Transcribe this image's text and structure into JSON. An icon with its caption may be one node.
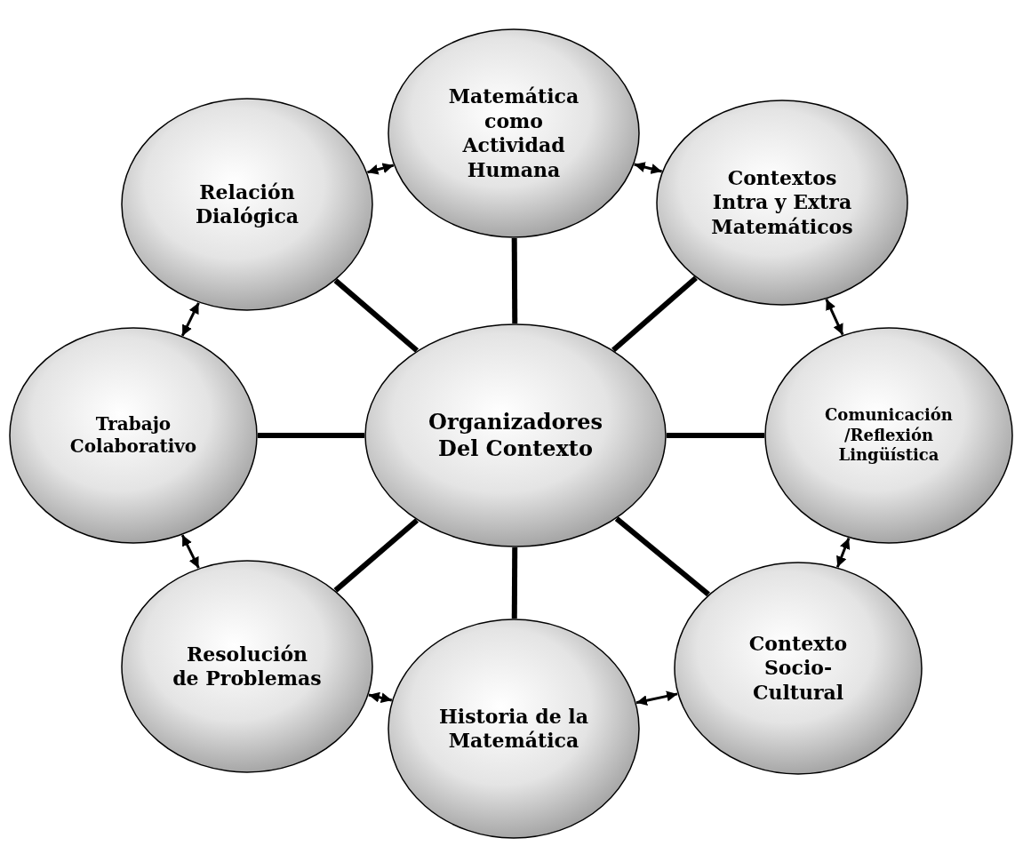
{
  "diagram": {
    "nodes": [
      {
        "text": [
          "Organizadores Del Contexto"
        ]
      },
      {
        "text": [
          "Matemática como Actividad Humana"
        ]
      },
      {
        "text": [
          "Contextos Intra y Extra Matemáticos"
        ]
      },
      {
        "text": [
          "Comunicación /Reflexión Lingüística"
        ]
      },
      {
        "text": [
          "Contexto Socio-Cultural"
        ]
      },
      {
        "text": [
          "Historia de la Matemática"
        ]
      },
      {
        "text": [
          "Resolución de Problemas"
        ]
      },
      {
        "text": [
          "Trabajo Colaborativo"
        ]
      },
      {
        "text": [
          "Relación Dialógica"
        ]
      }
    ],
    "edges": [
      {
        "from": 0,
        "to": 1,
        "arrow": "none",
        "style": "thick"
      },
      {
        "from": 0,
        "to": 2,
        "arrow": "none",
        "style": "thick"
      },
      {
        "from": 0,
        "to": 3,
        "arrow": "none",
        "style": "thick"
      },
      {
        "from": 0,
        "to": 4,
        "arrow": "none",
        "style": "thick"
      },
      {
        "from": 0,
        "to": 5,
        "arrow": "none",
        "style": "thick"
      },
      {
        "from": 0,
        "to": 6,
        "arrow": "none",
        "style": "thick"
      },
      {
        "from": 0,
        "to": 7,
        "arrow": "none",
        "style": "thick"
      },
      {
        "from": 0,
        "to": 8,
        "arrow": "none",
        "style": "thick"
      },
      {
        "from": 8,
        "to": 1,
        "arrow": "both"
      },
      {
        "from": 1,
        "to": 2,
        "arrow": "both"
      },
      {
        "from": 2,
        "to": 3,
        "arrow": "both"
      },
      {
        "from": 3,
        "to": 4,
        "arrow": "both"
      },
      {
        "from": 4,
        "to": 5,
        "arrow": "both"
      },
      {
        "from": 5,
        "to": 6,
        "arrow": "both"
      },
      {
        "from": 6,
        "to": 7,
        "arrow": "both"
      },
      {
        "from": 7,
        "to": 8,
        "arrow": "both"
      }
    ]
  }
}
